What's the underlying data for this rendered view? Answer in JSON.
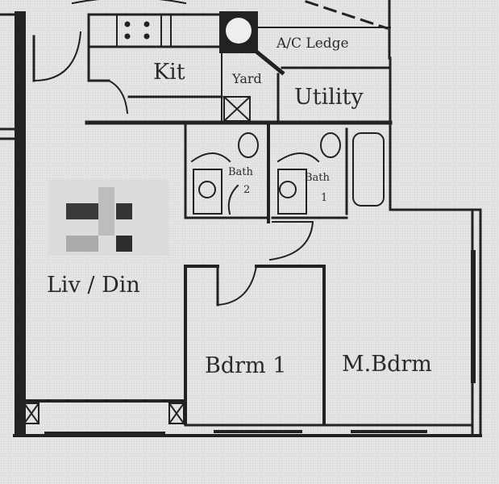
{
  "plan": {
    "rooms": {
      "kitchen": "Kit",
      "yard": "Yard",
      "ac_ledge": "A/C Ledge",
      "utility": "Utility",
      "bath2_name": "Bath",
      "bath2_num": "2",
      "bath1_name": "Bath",
      "bath1_num": "1",
      "living_dining": "Liv / Din",
      "bedroom1": "Bdrm 1",
      "master_bedroom": "M.Bdrm"
    },
    "colors": {
      "background": "#e2e2e2",
      "wall": "#222222",
      "text": "#2a2a2a"
    },
    "redacted_area": "pixelated"
  }
}
